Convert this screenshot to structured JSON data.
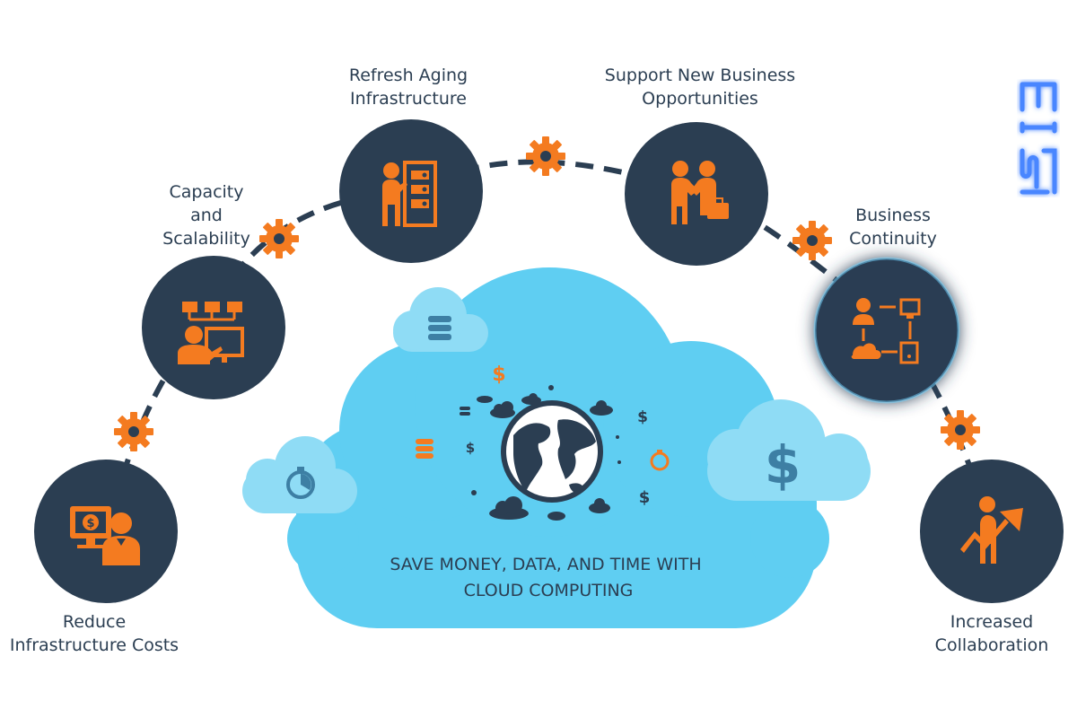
{
  "colors": {
    "circle": "#2b3e52",
    "accent": "#f47b20",
    "cloud": "#5fcef2",
    "cloud_light": "#8fdcf5",
    "cloud_icon": "#3d7fa4",
    "watermark": "#4a86ff"
  },
  "benefits": [
    {
      "lines": [
        "Reduce",
        "Infrastructure Costs"
      ],
      "icon": "person-dollar-screen-icon"
    },
    {
      "lines": [
        "Capacity",
        "and",
        "Scalability"
      ],
      "icon": "person-network-monitor-icon"
    },
    {
      "lines": [
        "Refresh Aging",
        "Infrastructure"
      ],
      "icon": "person-server-rack-icon"
    },
    {
      "lines": [
        "Support New Business",
        "Opportunities"
      ],
      "icon": "handshake-briefcase-icon"
    },
    {
      "lines": [
        "Business",
        "Continuity"
      ],
      "icon": "workflow-diagram-icon"
    },
    {
      "lines": [
        "Increased",
        "Collaboration"
      ],
      "icon": "person-growth-arrow-icon"
    }
  ],
  "cloud": {
    "headline_lines": [
      "SAVE MONEY, DATA, AND TIME WITH",
      "CLOUD COMPUTING"
    ]
  },
  "watermark": {
    "text": "EIS"
  }
}
